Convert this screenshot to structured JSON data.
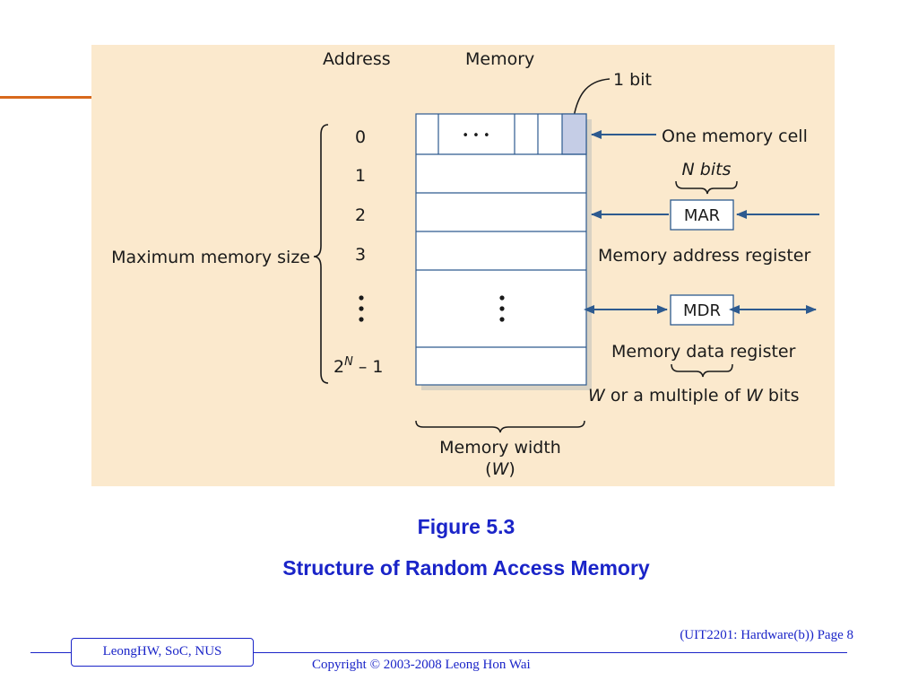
{
  "diagram": {
    "address_header": "Address",
    "memory_header": "Memory",
    "one_bit_label": "1 bit",
    "one_cell_label": "One memory cell",
    "n_bits_label": "N bits",
    "mar_label": "MAR",
    "mar_caption": "Memory address register",
    "mdr_label": "MDR",
    "mdr_caption": "Memory data register",
    "w_bits_prefix": "W",
    "w_bits_middle": " or a multiple of ",
    "w_bits_w2": "W",
    "w_bits_suffix": " bits",
    "max_size_label": "Maximum memory size",
    "addresses": [
      "0",
      "1",
      "2",
      "3"
    ],
    "last_address_base": "2",
    "last_address_exp": "N",
    "last_address_rest": " – 1",
    "width_label_line1": "Memory width",
    "width_label_line2_open": "(",
    "width_label_line2_w": "W",
    "width_label_line2_close": ")",
    "ellipsis": "• • •"
  },
  "caption": {
    "figure": "Figure 5.3",
    "title": "Structure of Random Access Memory"
  },
  "footer": {
    "page": "(UIT2201: Hardware(b)) Page 8",
    "author": "LeongHW, SoC, NUS",
    "copyright": "Copyright © 2003-2008 Leong Hon Wai"
  },
  "colors": {
    "background": "#fbe9cd",
    "cell_highlight": "#c5cde6",
    "arrow": "#2d5a8f",
    "caption": "#1a24c8",
    "accent": "#d8691c"
  }
}
